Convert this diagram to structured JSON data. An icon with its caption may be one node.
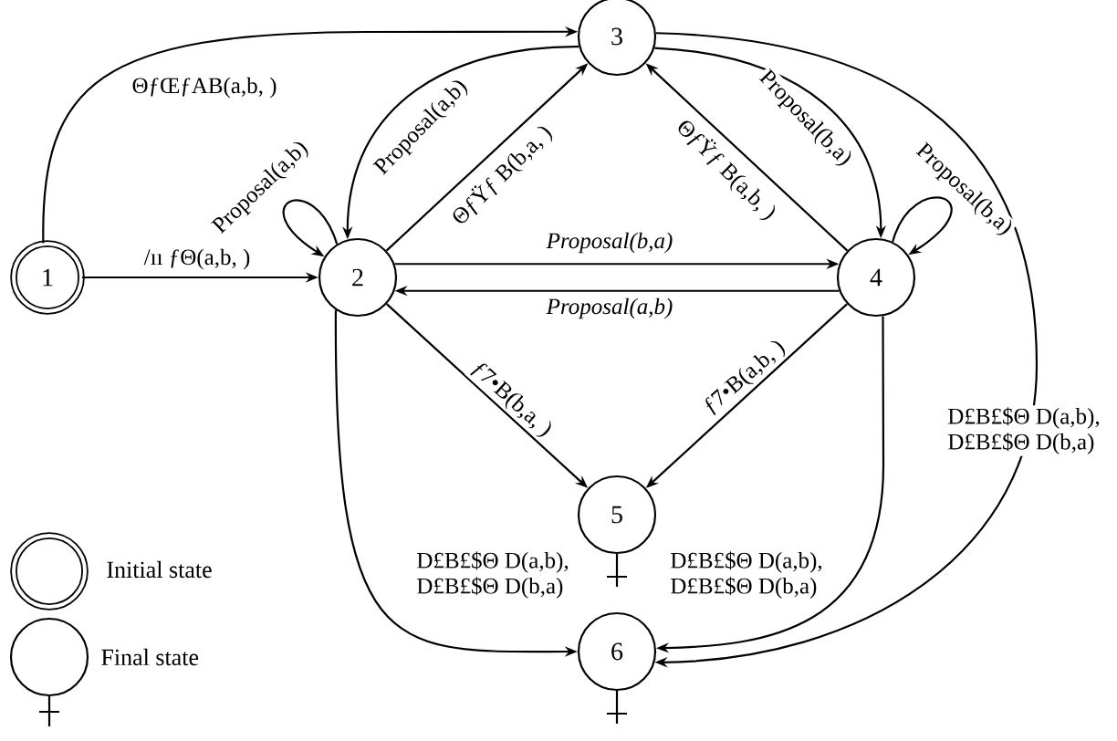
{
  "diagram": {
    "nodes": [
      {
        "text": [
          "1"
        ]
      },
      {
        "text": [
          "2"
        ]
      },
      {
        "text": [
          "3"
        ]
      },
      {
        "text": [
          "4"
        ]
      },
      {
        "text": [
          "5"
        ]
      },
      {
        "text": [
          "6"
        ]
      }
    ],
    "edges": [
      {
        "from": 0,
        "to": 2,
        "arrow": "to",
        "label": "ΘƒŒƒAB(a,b, )"
      },
      {
        "from": 0,
        "to": 1,
        "arrow": "to",
        "label": "/ıı ƒΘ(a,b, )"
      },
      {
        "from": 1,
        "to": 1,
        "arrow": "to",
        "label": "Proposal(a,b)"
      },
      {
        "from": 2,
        "to": 1,
        "arrow": "to",
        "label": "Proposal(a,b)"
      },
      {
        "from": 1,
        "to": 2,
        "arrow": "to",
        "label": "ΘƒŸƒ B(b,a, )"
      },
      {
        "from": 2,
        "to": 3,
        "arrow": "to",
        "label": "Proposal(b,a)"
      },
      {
        "from": 3,
        "to": 3,
        "arrow": "to",
        "label": "Proposal(b,a)"
      },
      {
        "from": 3,
        "to": 2,
        "arrow": "to",
        "label": "ΘƒŸƒ B(a,b, )"
      },
      {
        "from": 1,
        "to": 3,
        "arrow": "to",
        "label": "Proposal(b,a)"
      },
      {
        "from": 3,
        "to": 1,
        "arrow": "to",
        "label": "Proposal(a,b)"
      },
      {
        "from": 1,
        "to": 4,
        "arrow": "to",
        "label": "ƒ7•B(b,a, )"
      },
      {
        "from": 3,
        "to": 4,
        "arrow": "to",
        "label": "ƒ7•B(a,b, )"
      },
      {
        "from": 1,
        "to": 5,
        "arrow": "to",
        "label": "D£B£$Θ D(a,b), D£B£$Θ D(b,a)"
      },
      {
        "from": 3,
        "to": 5,
        "arrow": "to",
        "label": "D£B£$Θ D(a,b), D£B£$Θ D(b,a)"
      },
      {
        "from": 2,
        "to": 5,
        "arrow": "to",
        "label": "D£B£$Θ D(a,b), D£B£$Θ D(b,a)"
      }
    ],
    "legend": [
      {
        "text": "Initial state"
      },
      {
        "text": "Final state"
      }
    ]
  }
}
